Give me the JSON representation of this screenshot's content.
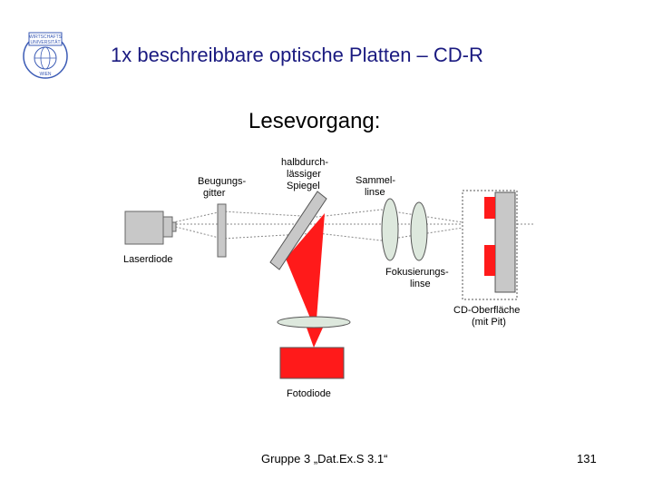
{
  "slide": {
    "title": "1x beschreibbare optische Platten – CD-R",
    "subtitle": "Lesevorgang:",
    "footer": "Gruppe 3 „Dat.Ex.S 3.1“",
    "page_number": "131"
  },
  "logo": {
    "line1": "WIRTSCHAFTS",
    "line2": "UNIVERSITÄT",
    "line3": "WIEN"
  },
  "diagram": {
    "laserdiode": "Laserdiode",
    "beugungsgitter_1": "Beugungs-",
    "beugungsgitter_2": "gitter",
    "spiegel_1": "halbdurch-",
    "spiegel_2": "lässiger",
    "spiegel_3": "Spiegel",
    "sammellinse_1": "Sammel-",
    "sammellinse_2": "linse",
    "fokus_1": "Fokusierungs-",
    "fokus_2": "linse",
    "cd_1": "CD-Oberfläche",
    "cd_2": "(mit Pit)",
    "fotodiode": "Fotodiode"
  },
  "colors": {
    "title": "#1a1a80",
    "red": "#ff1a1a",
    "gray": "#c8c8c8",
    "lens": "#dde8dd"
  }
}
